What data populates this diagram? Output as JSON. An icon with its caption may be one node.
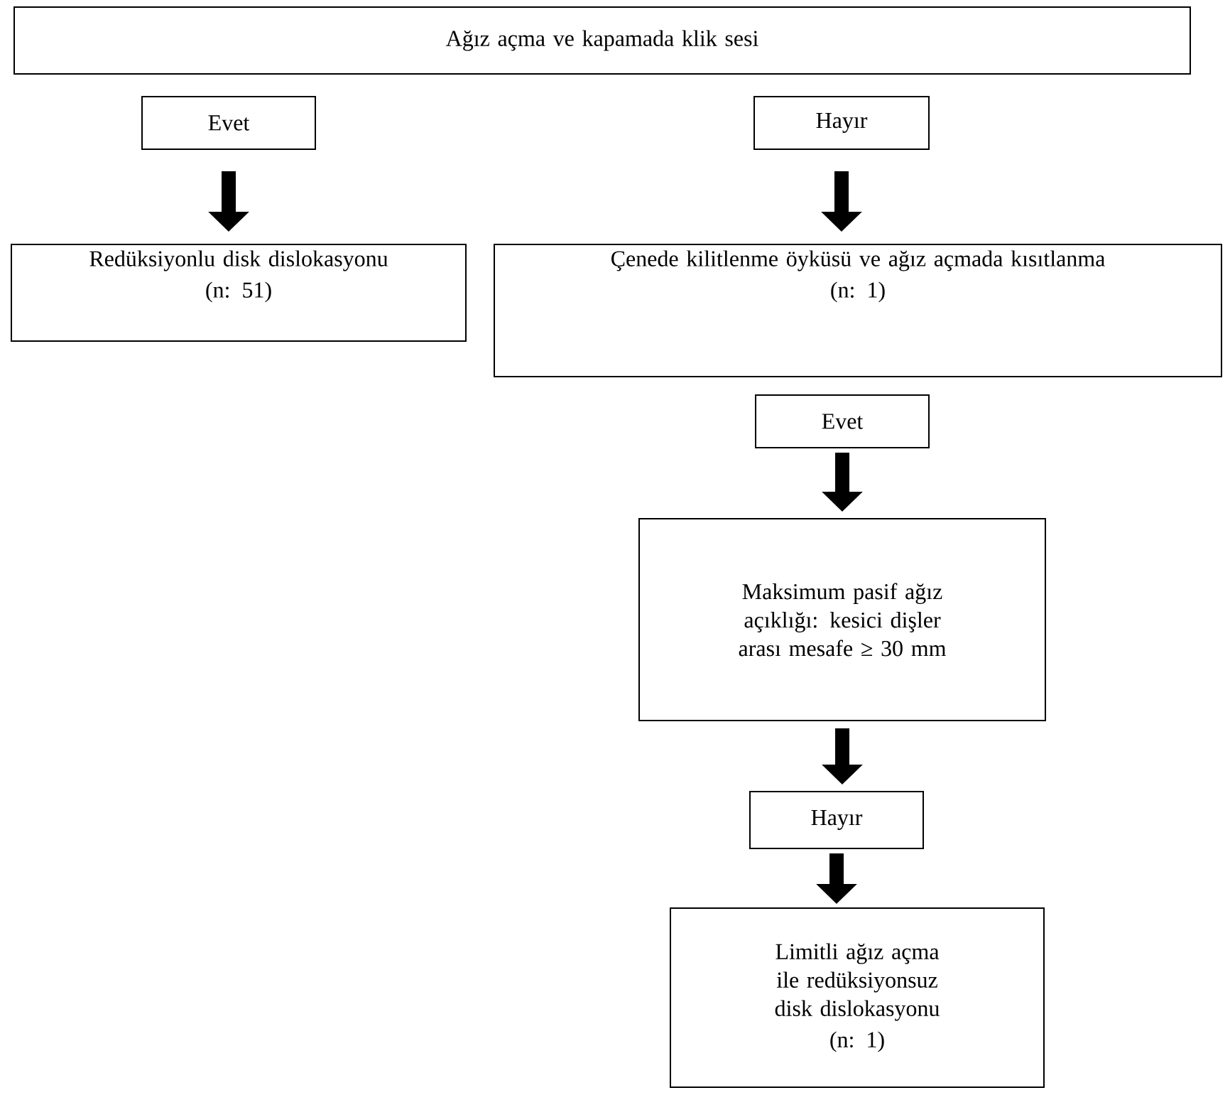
{
  "diagram": {
    "nodes": [
      {
        "text": [
          "Ağız açma ve kapamada klik sesi"
        ]
      },
      {
        "text": [
          "Evet"
        ]
      },
      {
        "text": [
          "Hayır"
        ]
      },
      {
        "text": [
          "Redüksiyonlu disk dislokasyonu",
          "(n: 51)"
        ]
      },
      {
        "text": [
          "Çenede kilitlenme öyküsü ve ağız açmada kısıtlanma",
          "(n: 1)"
        ]
      },
      {
        "text": [
          "Evet"
        ]
      },
      {
        "text": [
          "Maksimum pasif ağız açıklığı: kesici dişler arası mesafe ≥ 30 mm"
        ]
      },
      {
        "text": [
          "Hayır"
        ]
      },
      {
        "text": [
          "Limitli ağız açma ile redüksiyonsuz disk dislokasyonu",
          "(n: 1)"
        ]
      }
    ],
    "edges": [
      {
        "from": 1,
        "to": 3,
        "arrow": "to"
      },
      {
        "from": 2,
        "to": 4,
        "arrow": "to"
      },
      {
        "from": 5,
        "to": 6,
        "arrow": "to"
      },
      {
        "from": 6,
        "to": 7,
        "arrow": "to"
      },
      {
        "from": 7,
        "to": 8,
        "arrow": "to"
      }
    ]
  }
}
